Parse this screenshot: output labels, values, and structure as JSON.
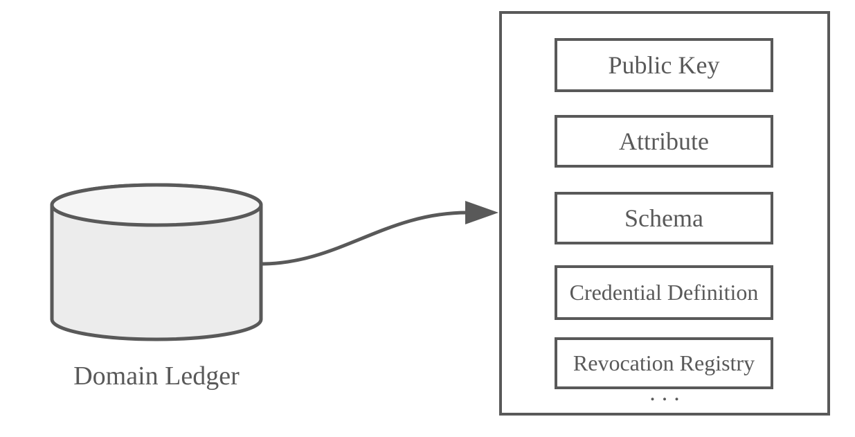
{
  "diagram": {
    "ledger": {
      "label": "Domain Ledger",
      "shape": "database-cylinder"
    },
    "arrow": {
      "from": "domain-ledger",
      "to": "ledger-contents-container",
      "style": "s-curve-right"
    },
    "container": {
      "items": [
        {
          "label": "Public Key"
        },
        {
          "label": "Attribute"
        },
        {
          "label": "Schema"
        },
        {
          "label": "Credential Definition"
        },
        {
          "label": "Revocation Registry"
        }
      ],
      "ellipsis": "..."
    },
    "colors": {
      "stroke": "#595959",
      "text": "#595959",
      "cylinder_fill": "#ececec",
      "cylinder_top_fill": "#f5f5f5",
      "box_fill": "#ffffff",
      "bg": "#ffffff"
    }
  }
}
